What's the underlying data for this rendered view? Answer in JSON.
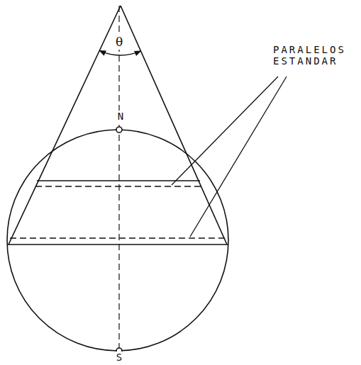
{
  "diagram": {
    "labels": [
      "θ",
      "N",
      "S",
      "PARALELOS ESTANDAR"
    ]
  }
}
